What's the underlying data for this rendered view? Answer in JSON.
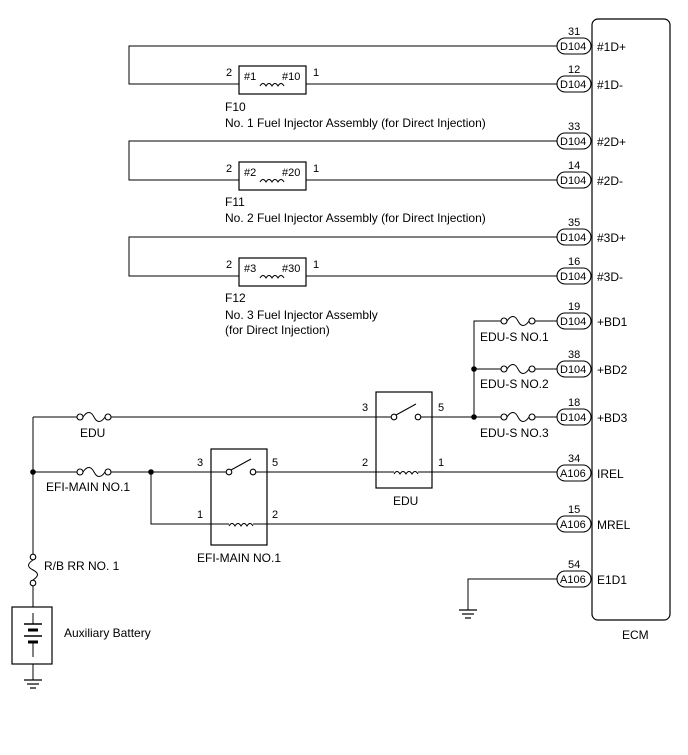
{
  "ecm": {
    "label": "ECM",
    "terminals": [
      {
        "pin": "31",
        "conn": "D104",
        "name": "#1D+"
      },
      {
        "pin": "12",
        "conn": "D104",
        "name": "#1D-"
      },
      {
        "pin": "33",
        "conn": "D104",
        "name": "#2D+"
      },
      {
        "pin": "14",
        "conn": "D104",
        "name": "#2D-"
      },
      {
        "pin": "35",
        "conn": "D104",
        "name": "#3D+"
      },
      {
        "pin": "16",
        "conn": "D104",
        "name": "#3D-"
      },
      {
        "pin": "19",
        "conn": "D104",
        "name": "+BD1"
      },
      {
        "pin": "38",
        "conn": "D104",
        "name": "+BD2"
      },
      {
        "pin": "18",
        "conn": "D104",
        "name": "+BD3"
      },
      {
        "pin": "34",
        "conn": "A106",
        "name": "IREL"
      },
      {
        "pin": "15",
        "conn": "A106",
        "name": "MREL"
      },
      {
        "pin": "54",
        "conn": "A106",
        "name": "E1D1"
      }
    ]
  },
  "injectors": [
    {
      "code": "F10",
      "desc": "No. 1 Fuel Injector Assembly (for Direct Injection)",
      "left_label": "#1",
      "right_label": "#10",
      "pin_left": "2",
      "pin_right": "1"
    },
    {
      "code": "F11",
      "desc": "No. 2 Fuel Injector Assembly (for Direct Injection)",
      "left_label": "#2",
      "right_label": "#20",
      "pin_left": "2",
      "pin_right": "1"
    },
    {
      "code": "F12",
      "desc_line1": "No. 3 Fuel Injector Assembly",
      "desc_line2": "(for Direct Injection)",
      "left_label": "#3",
      "right_label": "#30",
      "pin_left": "2",
      "pin_right": "1"
    }
  ],
  "fuses": {
    "edu_s1": "EDU-S NO.1",
    "edu_s2": "EDU-S NO.2",
    "edu_s3": "EDU-S NO.3",
    "edu": "EDU",
    "efi_main": "EFI-MAIN NO.1",
    "rb_rr": "R/B RR NO. 1"
  },
  "relays": {
    "edu": {
      "label": "EDU",
      "pins": [
        "3",
        "5",
        "2",
        "1"
      ]
    },
    "efi_main": {
      "label": "EFI-MAIN NO.1",
      "pins": [
        "3",
        "5",
        "1",
        "2"
      ]
    }
  },
  "battery": {
    "label": "Auxiliary Battery"
  }
}
